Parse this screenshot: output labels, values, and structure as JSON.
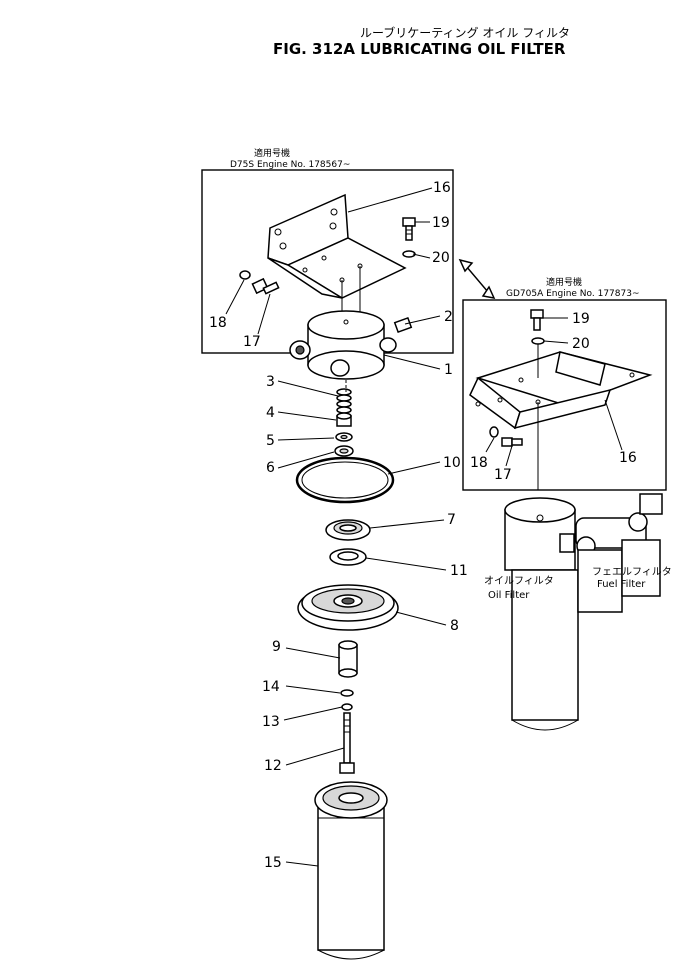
{
  "title": {
    "japanese": "ルーブリケーティング オイル フィルタ",
    "english": "FIG. 312A   LUBRICATING  OIL  FILTER"
  },
  "box_left": {
    "header_jp": "適用号機",
    "header_en": "D75S  Engine No. 178567~"
  },
  "box_right": {
    "header_jp": "適用号機",
    "header_en": "GD705A  Engine No. 177873~"
  },
  "assembly_labels": {
    "oil_filter_jp": "オイルフィルタ",
    "oil_filter_en": "Oil Filter",
    "fuel_filter_jp": "フェエルフィルタ",
    "fuel_filter_en": "Fuel Filter"
  },
  "callouts": {
    "c1": "1",
    "c2": "2",
    "c3": "3",
    "c4": "4",
    "c5": "5",
    "c6": "6",
    "c7": "7",
    "c8": "8",
    "c9": "9",
    "c10": "10",
    "c11": "11",
    "c12": "12",
    "c13": "13",
    "c14": "14",
    "c15": "15",
    "l16": "16",
    "l17": "17",
    "l18": "18",
    "l19": "19",
    "l20": "20",
    "r16": "16",
    "r17": "17",
    "r18": "18",
    "r19": "19",
    "r20": "20"
  }
}
